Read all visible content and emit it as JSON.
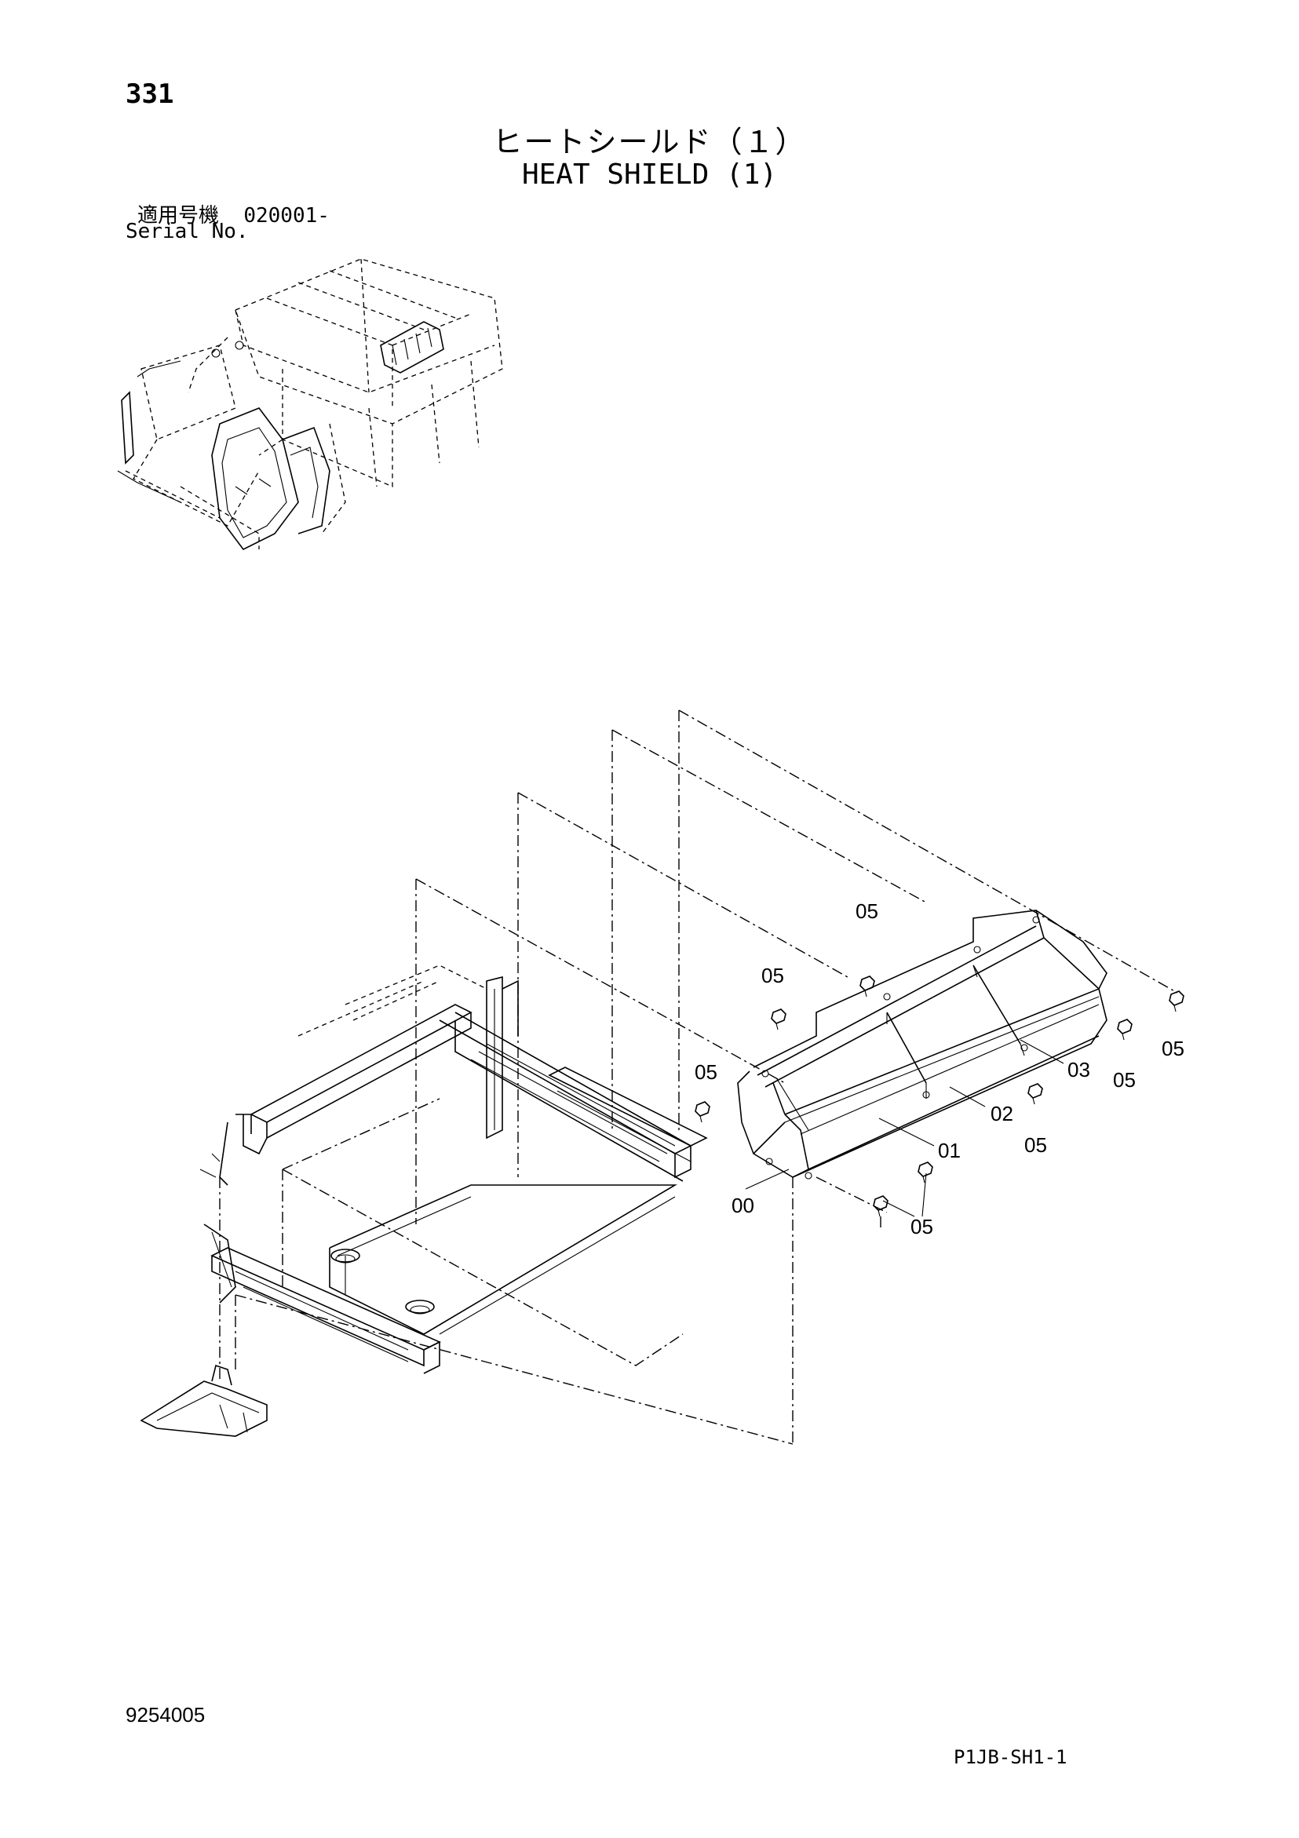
{
  "header": {
    "page_number": "331",
    "title_jp": "ヒートシールド（１）",
    "title_en": "HEAT SHIELD (1)",
    "serial_label_jp": "適用号機",
    "serial_range": "020001-",
    "serial_label_en": "Serial No."
  },
  "callouts": {
    "c00": "00",
    "c01": "01",
    "c02": "02",
    "c03": "03",
    "c05a": "05",
    "c05b": "05",
    "c05c": "05",
    "c05d": "05",
    "c05e": "05",
    "c05f": "05",
    "c05g": "05"
  },
  "footer": {
    "doc_number": "9254005",
    "figure_code": "P1JB-SH1-1"
  }
}
